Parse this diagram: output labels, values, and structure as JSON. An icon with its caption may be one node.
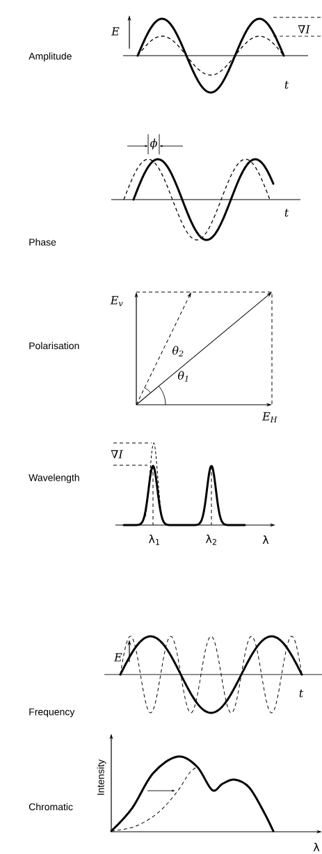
{
  "diagram": {
    "labels": [
      "E",
      "∇I",
      "Amplitude",
      "t",
      "ϕ",
      "Phase",
      "t",
      "E$_{v}$",
      "θ$_{2}$",
      "Polarisation",
      "θ$_{1}$",
      "E$_{H}$",
      "∇I",
      "Wavelength",
      "λ$_{1}$",
      "λ$_{2}$",
      "λ",
      "E",
      "Frequency",
      "t",
      "Chromatic",
      "Intensity",
      "λ"
    ]
  }
}
